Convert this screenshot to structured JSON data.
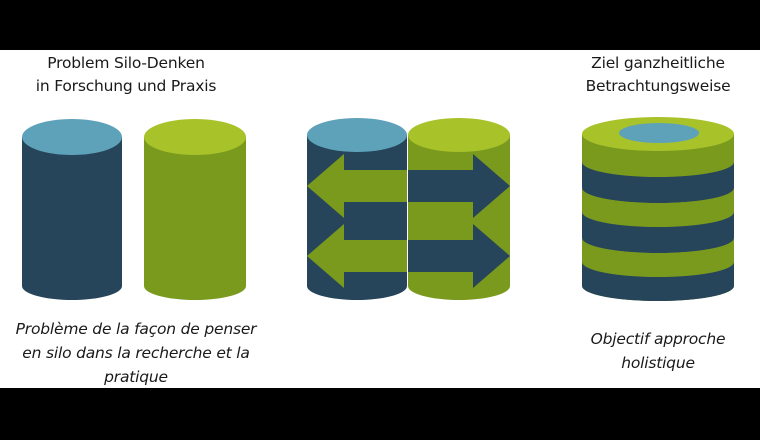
{
  "colors": {
    "dark": "#27455a",
    "dark_top": "#5ea2ba",
    "green": "#7a9a1e",
    "green_top": "#a8c22a",
    "background": "#ffffff",
    "frame": "#000000",
    "text": "#1a1a1a"
  },
  "panels": [
    {
      "id": "problem",
      "title_de": [
        "Problem Silo-Denken",
        "in Forschung und Praxis"
      ],
      "caption_fr": [
        "Problème de la façon de penser",
        "en silo dans la recherche et la",
        "pratique"
      ],
      "graphic": "two-separate-cylinders"
    },
    {
      "id": "exchange",
      "title_de": [],
      "caption_fr": [],
      "graphic": "two-joined-cylinders-with-arrows",
      "arrows": [
        {
          "direction": "left",
          "color": "green"
        },
        {
          "direction": "left",
          "color": "green"
        },
        {
          "direction": "right",
          "color": "dark"
        },
        {
          "direction": "right",
          "color": "dark"
        }
      ]
    },
    {
      "id": "goal",
      "title_de": [
        "Ziel ganzheitliche",
        "Betrachtungsweise"
      ],
      "caption_fr": [
        "Objectif approche",
        "holistique"
      ],
      "graphic": "striped-cylinder",
      "stripes": [
        "green",
        "dark",
        "green",
        "dark",
        "green",
        "dark"
      ]
    }
  ]
}
